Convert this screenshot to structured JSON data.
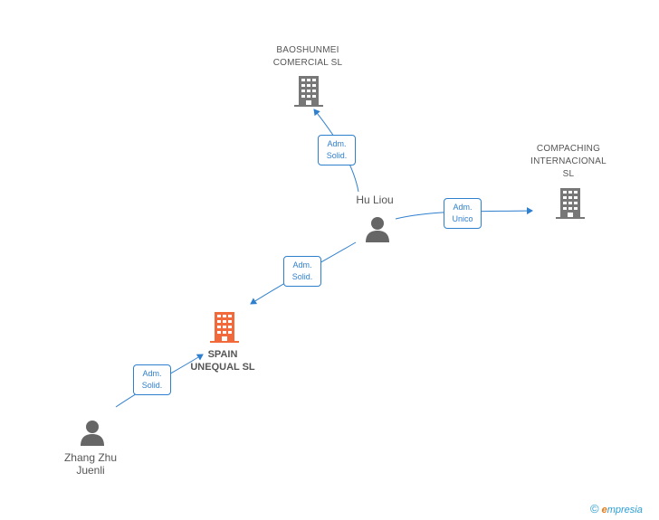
{
  "nodes": {
    "baoshunmei": {
      "line1": "BAOSHUNMEI",
      "line2": "COMERCIAL  SL"
    },
    "compaching": {
      "line1": "COMPACHING",
      "line2": "INTERNACIONAL",
      "line3": "SL"
    },
    "hu_liou": {
      "name": "Hu Liou"
    },
    "spain_unequal": {
      "line1": "SPAIN",
      "line2": "UNEQUAL SL"
    },
    "zhang_zhu": {
      "line1": "Zhang Zhu",
      "line2": "Juenli"
    }
  },
  "roles": {
    "hu_to_baoshunmei": {
      "line1": "Adm.",
      "line2": "Solid."
    },
    "hu_to_compaching": {
      "line1": "Adm.",
      "line2": "Unico"
    },
    "hu_to_spain": {
      "line1": "Adm.",
      "line2": "Solid."
    },
    "zhang_to_spain": {
      "line1": "Adm.",
      "line2": "Solid."
    }
  },
  "colors": {
    "edge": "#2f7fcf",
    "company_icon": "#777777",
    "focus_icon": "#f26a3c",
    "person_icon": "#666666"
  },
  "footer": {
    "copyright": "©",
    "brand_first": "e",
    "brand_rest": "mpresia"
  }
}
